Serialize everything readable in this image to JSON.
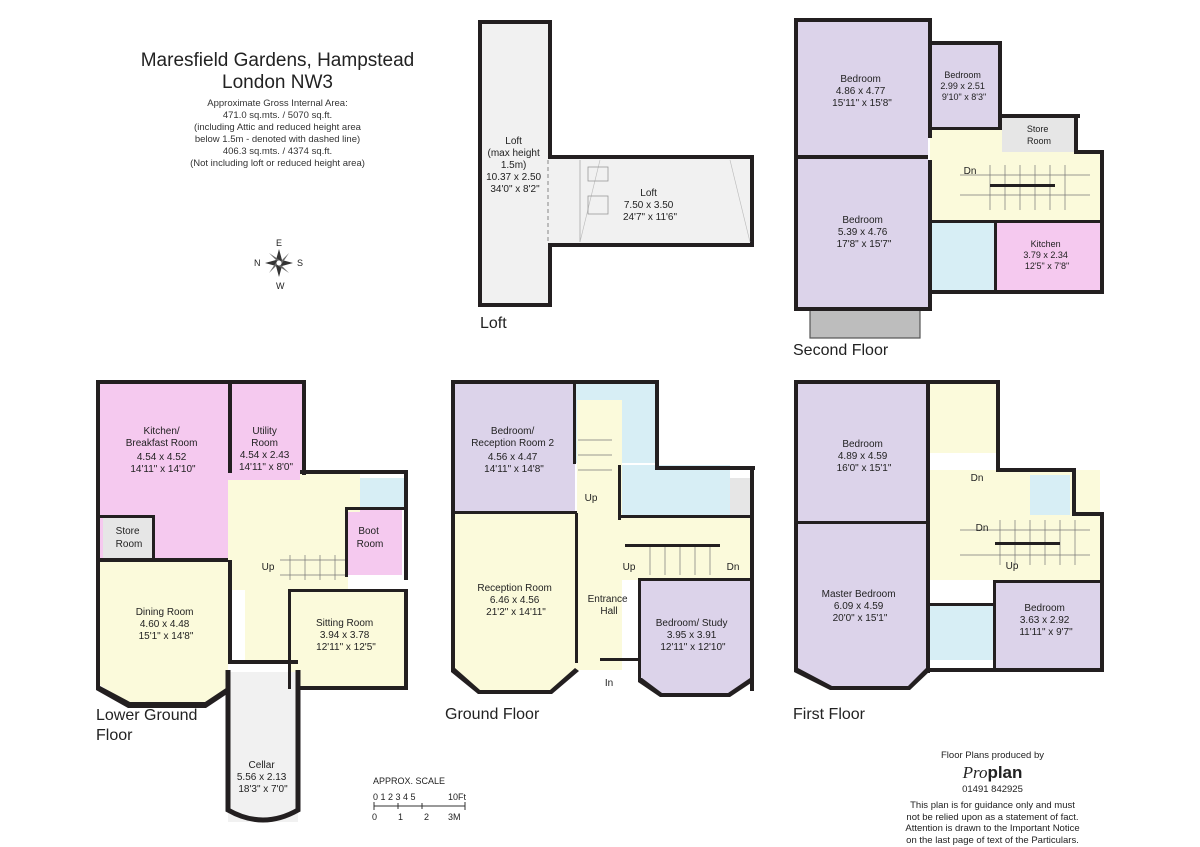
{
  "header": {
    "title_line1": "Maresfield Gardens, Hampstead",
    "title_line2": "London NW3",
    "area_lines": [
      "Approximate Gross Internal Area:",
      "471.0 sq.mts. / 5070 sq.ft.",
      "(including Attic and reduced height area",
      "below 1.5m - denoted with dashed line)",
      "406.3 sq.mts. / 4374 sq.ft.",
      "(Not including loft or reduced height area)"
    ]
  },
  "compass": {
    "n": "N",
    "e": "E",
    "s": "S",
    "w": "W"
  },
  "floors": {
    "loft": "Loft",
    "second": "Second Floor",
    "lower_ground_1": "Lower Ground",
    "lower_ground_2": "Floor",
    "ground": "Ground Floor",
    "first": "First Floor"
  },
  "rooms": {
    "loft_a": [
      "Loft",
      "(max height",
      "1.5m)",
      "10.37 x 2.50",
      "34'0\" x 8'2\""
    ],
    "loft_b": [
      "Loft",
      "7.50 x 3.50",
      "24'7\" x 11'6\""
    ],
    "sf_bed1": [
      "Bedroom",
      "4.86 x 4.77",
      "15'11\" x 15'8\""
    ],
    "sf_bed2": [
      "Bedroom",
      "2.99 x 2.51",
      "9'10\" x 8'3\""
    ],
    "sf_store": [
      "Store",
      "Room"
    ],
    "sf_bed3": [
      "Bedroom",
      "5.39 x 4.76",
      "17'8\" x 15'7\""
    ],
    "sf_kitchen": [
      "Kitchen",
      "3.79 x 2.34",
      "12'5\" x 7'8\""
    ],
    "lg_kitchen": [
      "Kitchen/",
      "Breakfast Room",
      "4.54 x 4.52",
      "14'11\" x 14'10\""
    ],
    "lg_utility": [
      "Utility",
      "Room",
      "4.54 x 2.43",
      "14'11\" x 8'0\""
    ],
    "lg_store": [
      "Store",
      "Room"
    ],
    "lg_boot": [
      "Boot",
      "Room"
    ],
    "lg_dining": [
      "Dining Room",
      "4.60 x 4.48",
      "15'1\" x 14'8\""
    ],
    "lg_sitting": [
      "Sitting Room",
      "3.94 x 3.78",
      "12'11\" x 12'5\""
    ],
    "lg_cellar": [
      "Cellar",
      "5.56 x 2.13",
      "18'3\" x 7'0\""
    ],
    "gf_bed2": [
      "Bedroom/",
      "Reception Room 2",
      "4.56 x 4.47",
      "14'11\" x 14'8\""
    ],
    "gf_reception": [
      "Reception Room",
      "6.46 x 4.56",
      "21'2\" x 14'11\""
    ],
    "gf_hall": [
      "Entrance",
      "Hall"
    ],
    "gf_study": [
      "Bedroom/ Study",
      "3.95 x 3.91",
      "12'11\" x 12'10\""
    ],
    "ff_bed1": [
      "Bedroom",
      "4.89 x 4.59",
      "16'0\" x 15'1\""
    ],
    "ff_master": [
      "Master Bedroom",
      "6.09 x 4.59",
      "20'0\" x 15'1\""
    ],
    "ff_bed2": [
      "Bedroom",
      "3.63 x 2.92",
      "11'11\" x 9'7\""
    ]
  },
  "stairs": {
    "up": "Up",
    "down": "Dn",
    "entrance": "In"
  },
  "scale": {
    "title": "APPROX. SCALE",
    "feet": "0 1 2 3 4 5",
    "feet_end": "10Ft",
    "m0": "0",
    "m1": "1",
    "m2": "2",
    "m3": "3M"
  },
  "credit": {
    "produced_by": "Floor Plans produced by",
    "brand_a": "Pro",
    "brand_b": "plan",
    "phone": "01491 842925",
    "notice": [
      "This plan is for guidance only and must",
      "not be relied upon as a statement of fact.",
      "Attention is drawn to the Important Notice",
      "on the last page of text of the Particulars."
    ]
  },
  "colors": {
    "bedroom": "#dcd3ea",
    "reception": "#fbfadb",
    "kitchen": "#f5c9ef",
    "bathroom": "#d7eef5",
    "store": "#e6e6e6",
    "loft": "#f1f1f1",
    "wall": "#231f20"
  }
}
